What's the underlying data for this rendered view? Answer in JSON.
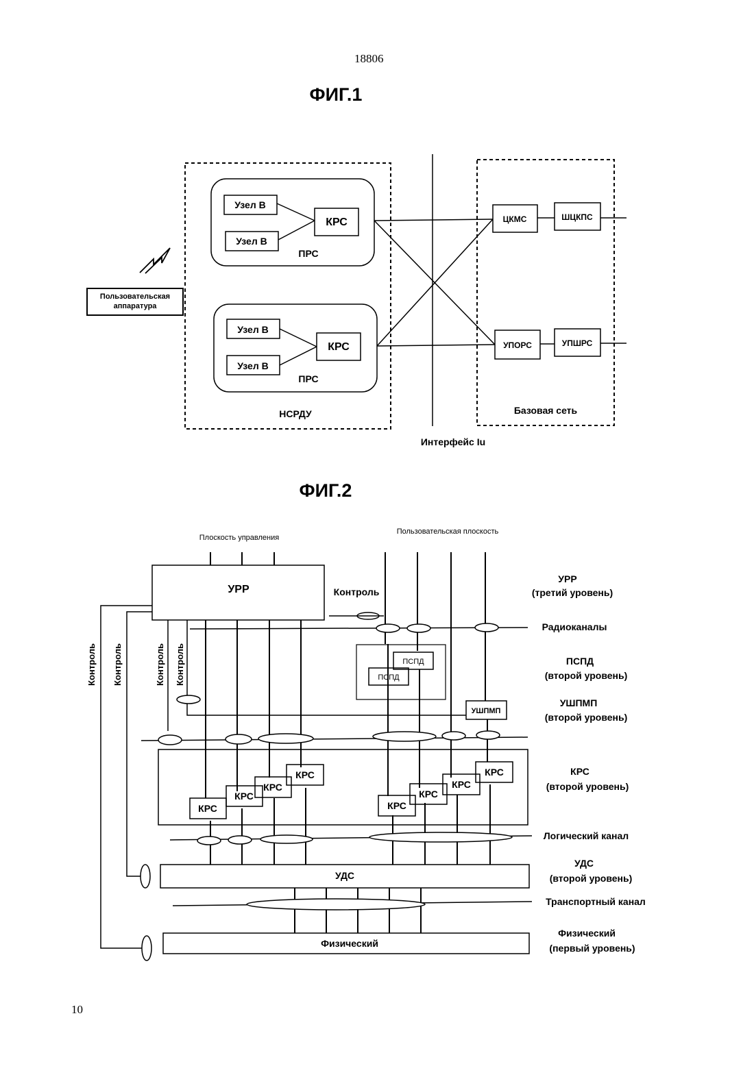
{
  "page": {
    "number_top": "18806",
    "number_bottom": "10"
  },
  "fig1": {
    "title": "ФИГ.1",
    "ue_line1": "Пользовательская",
    "ue_line2": "аппаратура",
    "node_b": "Узел В",
    "rnc": "КРС",
    "rns": "ПРС",
    "utran": "НСРДУ",
    "core_network": "Базовая сеть",
    "interface": "Интерфейс Iu",
    "msc": "ЦКМС",
    "gmsc": "ШЦКПС",
    "sgsn": "УПОРС",
    "ggsn": "УПШРС"
  },
  "fig2": {
    "title": "ФИГ.2",
    "control_plane": "Плоскость управления",
    "user_plane": "Пользовательская плоскость",
    "rrc": "УРР",
    "control": "Контроль",
    "pdcp": "ПСПД",
    "bmc": "УШПМП",
    "rlc": "КРС",
    "mac": "УДС",
    "physical": "Физический",
    "right_labels": {
      "rrc_name": "УРР",
      "rrc_level": "(третий уровень)",
      "radio_bearers": "Радиоканалы",
      "pdcp_name": "ПСПД",
      "pdcp_level": "(второй уровень)",
      "bmc_name": "УШПМП",
      "bmc_level": "(второй уровень)",
      "rlc_name": "КРС",
      "rlc_level": "(второй уровень)",
      "logical_channel": "Логический канал",
      "mac_name": "УДС",
      "mac_level": "(второй уровень)",
      "transport_channel": "Транспортный канал",
      "phy_name": "Физический",
      "phy_level": "(первый уровень)"
    }
  }
}
